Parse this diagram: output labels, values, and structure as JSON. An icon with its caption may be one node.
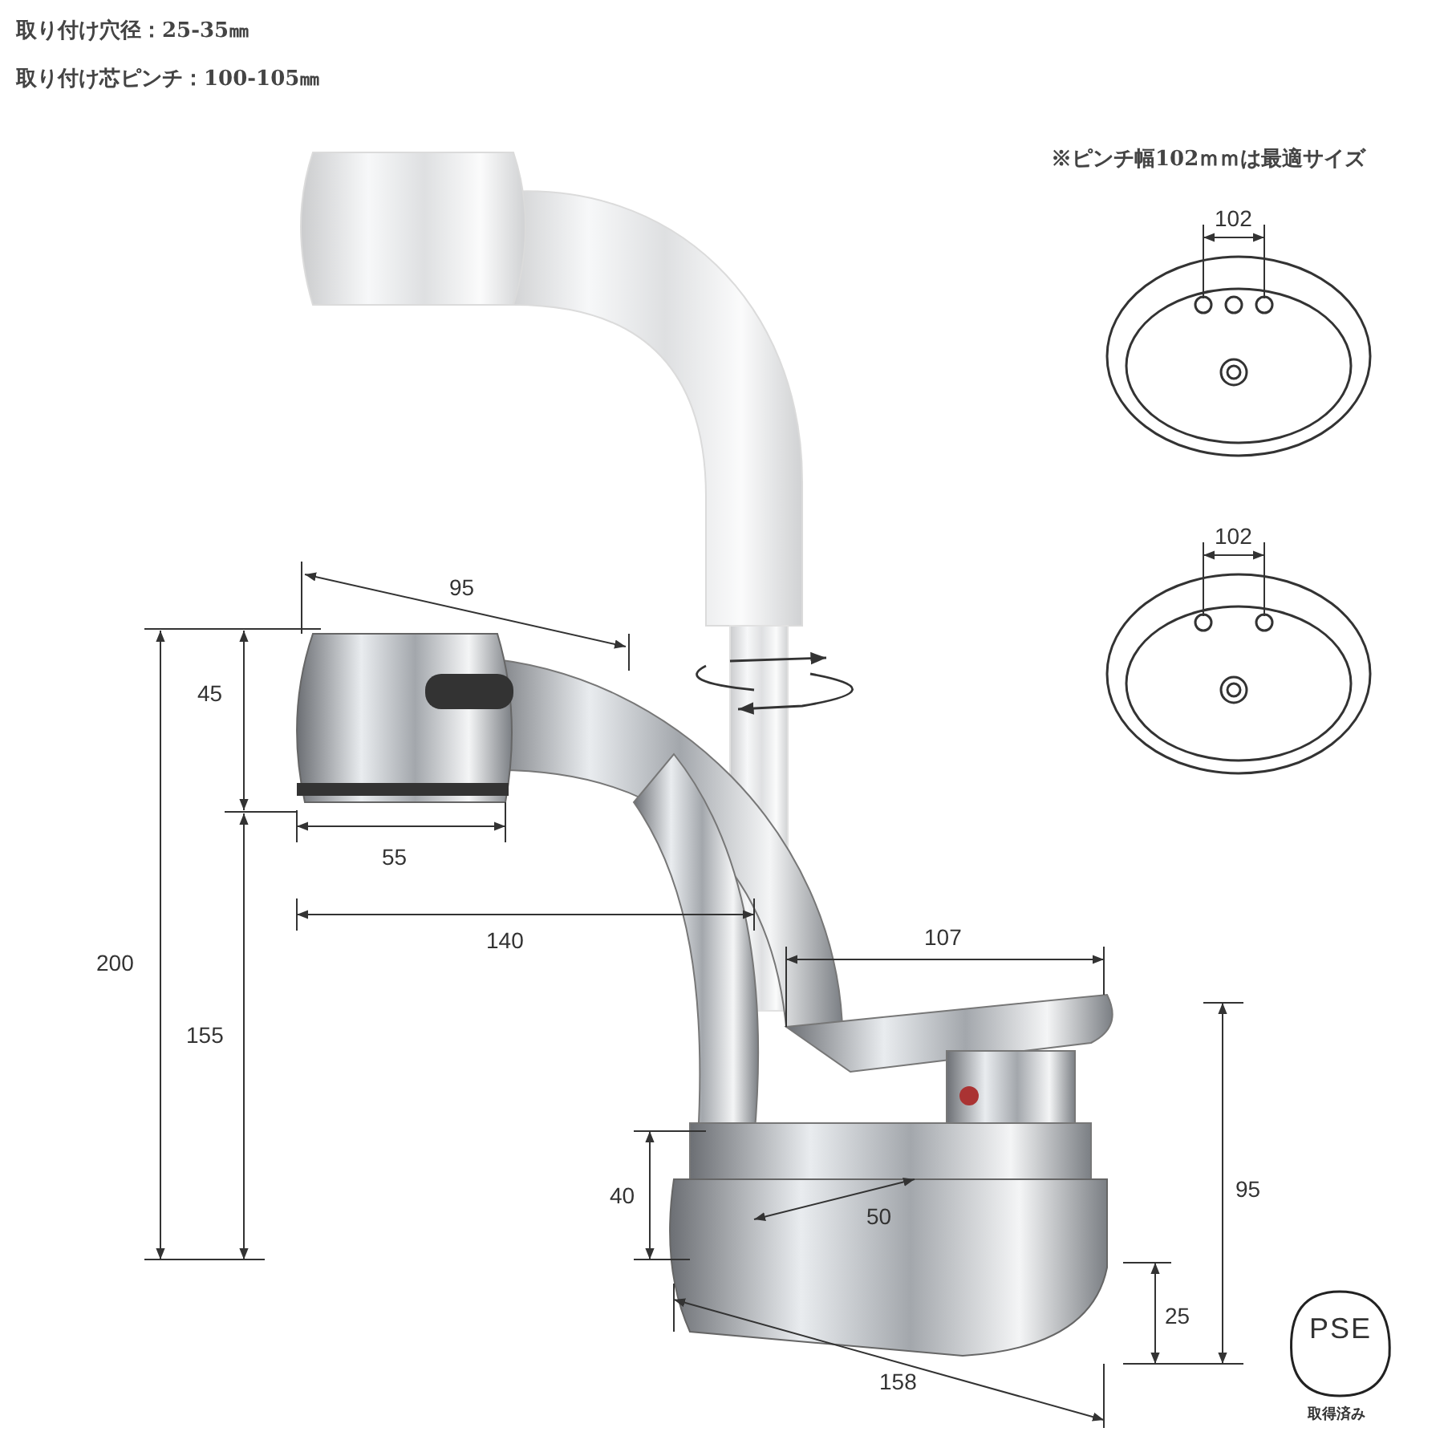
{
  "diagram": {
    "labels": [
      "取り付け穴径：25-35㎜",
      "取り付け芯ピンチ：100-105㎜",
      "※ピンチ幅102ｍｍは最適サイズ",
      "102",
      "95",
      "102",
      "45",
      "55",
      "140",
      "200",
      "155",
      "107",
      "40",
      "50",
      "95",
      "25",
      "PSE",
      "取得済み",
      "158"
    ]
  }
}
